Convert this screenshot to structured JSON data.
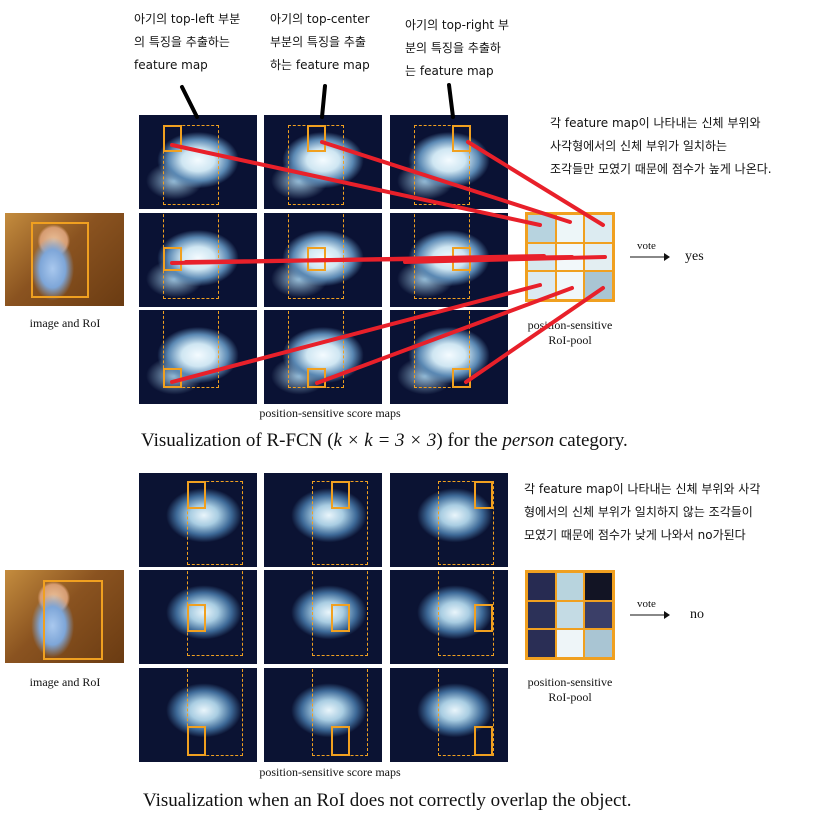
{
  "annotations": {
    "top_left": "아기의 top-left 부분\n의 특징을 추출하는\nfeature map",
    "top_center": "아기의 top-center\n부분의 특징을 추출\n하는 feature map",
    "top_right": "아기의 top-right 부\n분의 특징을 추출하\n는 feature map",
    "yes_explanation": "각 feature map이 나타내는 신체 부위와\n사각형에서의 신체 부위가 일치하는\n조각들만 모였기 때문에 점수가 높게 나온다.",
    "no_explanation": "각 feature map이 나타내는 신체 부위와 사각\n형에서의 신체 부위가 일치하지 않는 조각들이\n모였기 때문에 점수가 낮게 나와서 no가된다"
  },
  "top_panel": {
    "image_label": "image and RoI",
    "pool_label": "position-sensitive\nRoI-pool",
    "vote_label": "vote",
    "result": "yes",
    "maps_label": "position-sensitive score maps",
    "caption_before": "Visualization of R-FCN (",
    "caption_math": "k × k = 3 × 3",
    "caption_mid": ") for the ",
    "caption_italic": "person",
    "caption_after": " category.",
    "pool_colors": [
      "#b7d3df",
      "#edf6f8",
      "#dcebf1",
      "#d7e8ee",
      "#f2f8fa",
      "#e3eef2",
      "#dceaf0",
      "#f1f7f9",
      "#a9c5d3"
    ]
  },
  "bottom_panel": {
    "image_label": "image and RoI",
    "pool_label": "position-sensitive\nRoI-pool",
    "vote_label": "vote",
    "result": "no",
    "maps_label": "position-sensitive score maps",
    "caption": "Visualization when an RoI does not correctly overlap the object.",
    "pool_colors": [
      "#272b52",
      "#b8d4de",
      "#121424",
      "#2c3158",
      "#c4dbe4",
      "#3b3f68",
      "#2a2e55",
      "#eef5f8",
      "#a9c5d3"
    ]
  },
  "colors": {
    "accent_orange": "#f0a020",
    "arrow_red": "#e8202a"
  }
}
